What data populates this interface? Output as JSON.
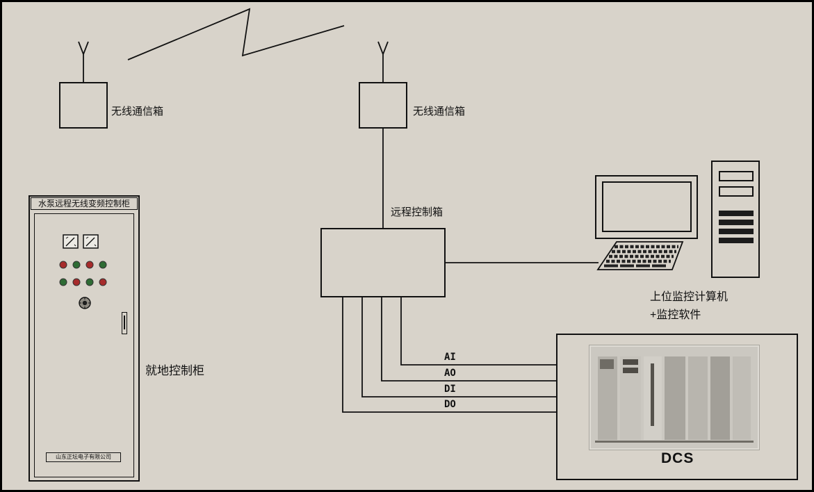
{
  "colors": {
    "background": "#d8d3ca",
    "line": "#111111"
  },
  "wireless_left": {
    "label": "无线通信箱"
  },
  "wireless_mid": {
    "label": "无线通信箱"
  },
  "remote_box": {
    "label": "远程控制箱"
  },
  "cabinet": {
    "title": "水泵远程无线变频控制柜",
    "caption": "就地控制柜",
    "company": "山东正坛电子有限公司",
    "light_colors_row1": [
      "#a62b2b",
      "#2e6b34",
      "#a62b2b",
      "#2e6b34"
    ],
    "light_colors_row2": [
      "#2e6b34",
      "#a62b2b",
      "#2e6b34",
      "#a62b2b"
    ]
  },
  "computer": {
    "label_line1": "上位监控计算机",
    "label_line2": "+监控软件"
  },
  "dcs": {
    "label": "DCS"
  },
  "io": {
    "labels": [
      "AI",
      "AO",
      "DI",
      "DO"
    ]
  }
}
